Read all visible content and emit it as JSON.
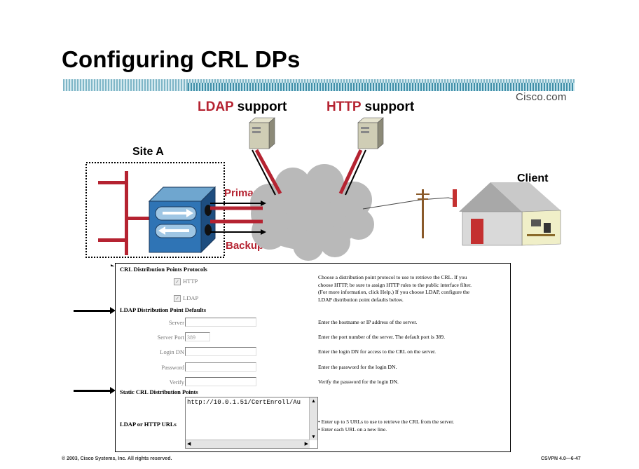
{
  "slide": {
    "title": "Configuring CRL DPs",
    "brand": "Cisco.com",
    "footer_left": "© 2003, Cisco Systems, Inc. All rights reserved.",
    "footer_right": "CSVPN 4.0—6-47"
  },
  "diagram": {
    "ldap_word": "LDAP",
    "ldap_rest": " support",
    "http_word": "HTTP",
    "http_rest": " support",
    "site_label": "Site A",
    "client_label": "Client",
    "primary_label": "Primary",
    "backup_label": "Backup"
  },
  "form": {
    "section_protocols": "CRL Distribution Points Protocols",
    "cb_http": "HTTP",
    "cb_ldap": "LDAP",
    "protocols_help": [
      "Choose a distribution point protocol to use to retrieve the CRL. If you",
      "choose HTTP, be sure to assign HTTP rules to the public interface filter.",
      "(For more information, click Help.) If you choose LDAP, configure the",
      "LDAP distribution point defaults below."
    ],
    "section_ldap_defaults": "LDAP Distribution Point Defaults",
    "server_label": "Server",
    "server_help": "Enter the hostname or IP address of the server.",
    "port_label": "Server Port",
    "port_value": "389",
    "port_help": "Enter the port number of the server. The default port is 389.",
    "login_label": "Login DN",
    "login_help": "Enter the login DN for access to the CRL on the server.",
    "password_label": "Password",
    "password_help": "Enter the password for the login DN.",
    "verify_label": "Verify",
    "verify_help": "Verify the password for the login DN.",
    "section_static": "Static CRL Distribution Points",
    "urls_label": "LDAP or HTTP URLs",
    "urls_value": "http://10.0.1.51/CertEnroll/Au",
    "urls_help_1": "Enter up to 5 URLs to use to retrieve the CRL from the server.",
    "urls_help_2": "Enter each URL on a new line."
  }
}
